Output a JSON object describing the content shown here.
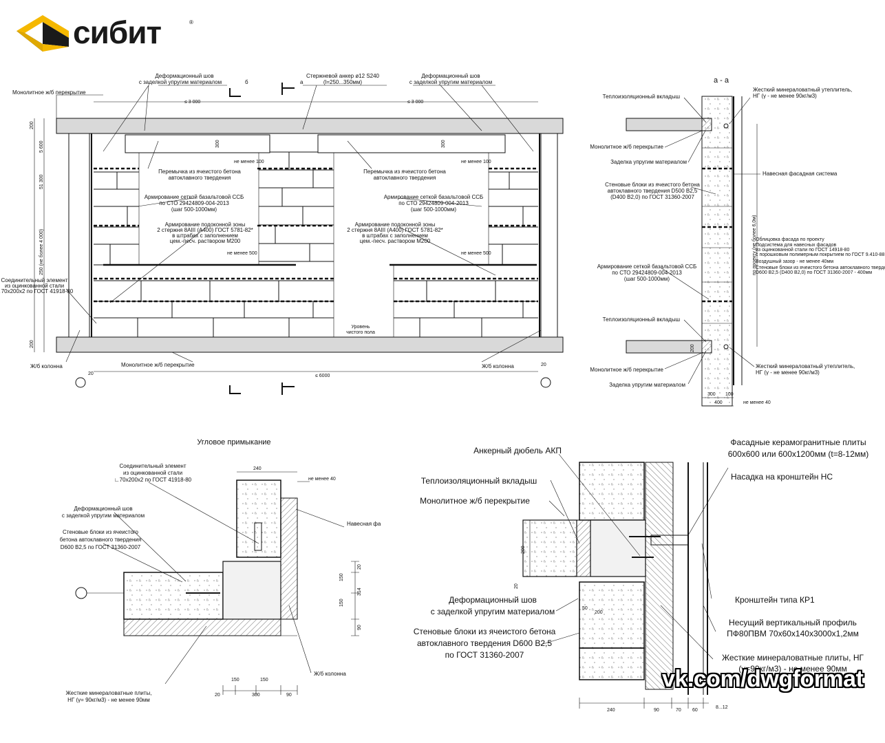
{
  "brand": {
    "name": "сибит",
    "reg": "®",
    "colors": {
      "yellow": "#f5b800",
      "dark": "#1a1a1a"
    }
  },
  "elevation": {
    "joint_left": [
      "Деформационный шов",
      "с заделкой упругим материалом"
    ],
    "anchor": [
      "Стержневой анкер ø12 S240",
      "(l=250...350мм)"
    ],
    "joint_right": [
      "Деформационный шов",
      "с заделкой упругим материалом"
    ],
    "section_b": "б",
    "section_a": "а",
    "slab_top": "Монолитное ж/б перекрытие",
    "dim_left": "≤ 3 000",
    "dim_right": "≤ 3 000",
    "dim_bottom": "≤ 6000",
    "lintel_left": [
      "Перемычка из ячеистого бетона",
      "автоклавного твердения"
    ],
    "lintel_right": [
      "Перемычка из ячеистого бетона",
      "автоклавного твердения"
    ],
    "not_less_100_l": "не менее 100",
    "not_less_100_r": "не менее 100",
    "mesh_left": [
      "Армирование сеткой базальтовой ССБ",
      "по СТО 29424809-004-2013",
      "(шаг 500-1000мм)"
    ],
    "mesh_right": [
      "Армирование сеткой базальтовой ССБ",
      "по СТО 29424809-004-2013",
      "(шаг 500-1000мм)"
    ],
    "sill_left": [
      "Армирование подоконной зоны",
      "2 стержня 8AIII (А400) ГОСТ  5781-82*",
      "в штрабах с заполнением",
      "цем.-песч. раствором М200"
    ],
    "sill_right": [
      "Армирование подоконной зоны",
      "2 стержня 8AIII (А400) ГОСТ  5781-82*",
      "в штрабах с заполнением",
      "цем.-песч. раствором М200"
    ],
    "not_less_500_l": "не менее 500",
    "not_less_500_r": "не менее 500",
    "connector": [
      "Соединительный элемент",
      "из оцинкованной стали",
      "∟70х200х2 по ГОСТ 41918-80"
    ],
    "floor_level": [
      "Уровень",
      "чистого пола"
    ],
    "col_left": "Ж/б колонна",
    "col_right": "Ж/б колонна",
    "slab_bottom": "Монолитное ж/б перекрытие",
    "dims_vertical": [
      "200",
      "5 600",
      "51 300",
      "250 (не более 4 000)",
      "200"
    ],
    "dim_300_l": "300",
    "dim_300_r": "300",
    "dim_20_l": "20",
    "dim_20_r": "20"
  },
  "section": {
    "title": "а - а",
    "ins_insert_top": "Теплоизоляционный вкладыш",
    "mineral_top": [
      "Жесткий минераловатный утеплитель,",
      "НГ (γ - не менее 90кг/м3)"
    ],
    "slab": "Монолитное ж/б перекрытие",
    "seal": "Заделка упругим материалом",
    "facade": "Навесная фасадная система",
    "blocks": [
      "Стеновые блоки из ячеистого бетона",
      "автоклавного твердения D500 B2,5",
      "(D400 B2,0) по ГОСТ 31360-2007"
    ],
    "layers": [
      "Облицовка фасада по проекту",
      "Подсистема для навесных фасадов",
      "из оцинкованной стали по ГОСТ 14918-80",
      "с порошковым полимерным покрытием по ГОСТ 9.410-88",
      "Воздушный зазор - не менее 40мм",
      "Стеновые блоки из ячеистого бетона автоклавного твердения",
      "D600 B2,5 (D400 B2,0) по ГОСТ 31360-2007  - 400мм"
    ],
    "mesh": [
      "Армирование сеткой базальтовой ССБ",
      "по СТО 29424809-004-2013",
      "(шаг 500-1000мм)"
    ],
    "ins_insert_bottom": "Теплоизоляционный вкладыш",
    "mineral_bottom": [
      "Жесткий минераловатный утеплитель,",
      "НГ (γ - не менее 90кг/м3)"
    ],
    "slab_bottom": "Монолитное ж/б перекрытие",
    "seal_bottom": "Заделка упругим материалом",
    "dim_vertical": "по проекту (не более 6,0м)",
    "dim_200": "200",
    "dim_300": "300",
    "dim_100": "100",
    "dim_400": "400",
    "dim_40": "не менее 40"
  },
  "corner": {
    "title": "Угловое примыкание",
    "connector": [
      "Соединительный элемент",
      "из оцинкованной стали",
      "∟70х200х2 по ГОСТ 41918-80"
    ],
    "joint": [
      "Деформационный шов",
      "с заделкой упругим материалом"
    ],
    "blocks": [
      "Стеновые блоки из ячеистого",
      "бетона автоклавного твердения",
      "D600 B2,5 по ГОСТ 31360-2007"
    ],
    "facade": "Навесная фа",
    "column": "Ж/б колонна",
    "mineral": [
      "Жесткие минераловатные плиты,",
      "НГ (γ= 90кг/м3) - не менее 90мм"
    ],
    "dim_240": "240",
    "dim_40": "не менее 40",
    "dims_bottom": [
      "20",
      "150",
      "150",
      "300",
      "90"
    ],
    "dims_right": [
      "20",
      "150",
      "150",
      "314",
      "90"
    ]
  },
  "node": {
    "anchor": "Анкерный дюбель АКП",
    "ins_insert": "Теплоизоляционный вкладыш",
    "slab": "Монолитное ж/б перекрытие",
    "tiles": [
      "Фасадные керамогранитные плиты",
      "600х600 или 600х1200мм (t=8-12мм)"
    ],
    "bracket_cap": "Насадка на кронштейн НС",
    "bracket": "Кронштейн типа КР1",
    "profile": [
      "Несущий вертикальный профиль",
      "ПФ80ПВМ 70х60х140х3000х1,2мм"
    ],
    "mineral": [
      "Жесткие минераловатные плиты, НГ",
      "(γ=90кг/м3) - не менее 90мм"
    ],
    "joint": [
      "Деформационный шов",
      "с заделкой упругим материалом"
    ],
    "blocks": [
      "Стеновые блоки из ячеистого бетона",
      "автоклавного твердения D600 B2,5",
      "по ГОСТ 31360-2007"
    ],
    "dim_200": "200",
    "dim_20": "20",
    "dim_50": "50",
    "dim_200b": "200",
    "dims_bottom": [
      "240",
      "90",
      "70",
      "60",
      "8...12"
    ]
  },
  "watermark": "vk.com/dwgformat"
}
